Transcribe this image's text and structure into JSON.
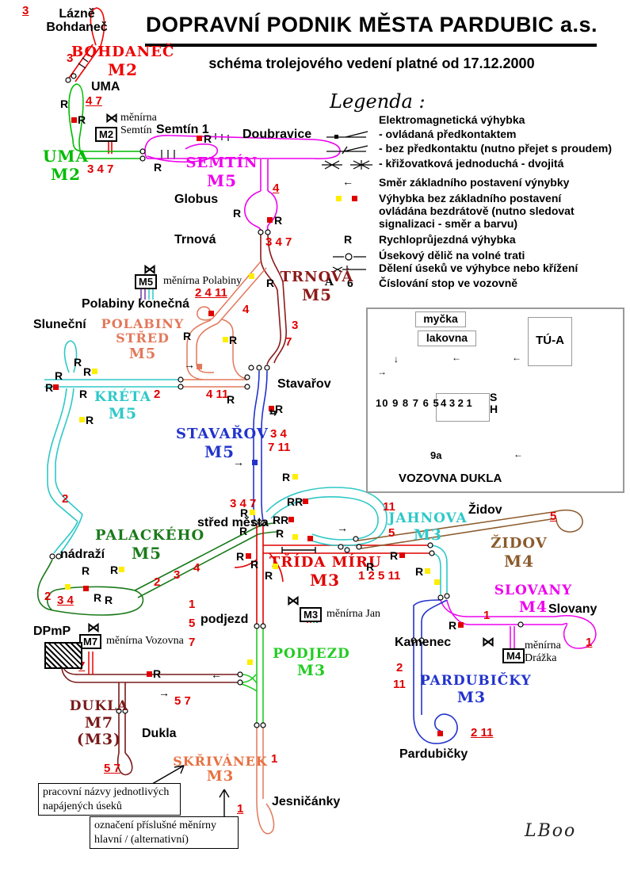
{
  "header": {
    "title": "DOPRAVNÍ PODNIK MĚSTA PARDUBIC a.s.",
    "subtitle": "schéma trolejového vedení platné od 17.12.2000"
  },
  "legend": {
    "title": "Legenda :",
    "electromagnetic_header": "Elektromagnetická výhybka",
    "item_predkontakt": "- ovládaná předkontaktem",
    "item_bez_predkontaktu": "- bez předkontaktu (nutno přejet s proudem)",
    "item_krizovatkova": "- křižovatková  jednoduchá - dvojitá",
    "item_smer": "Směr základního postavení výnybky",
    "item_bez_zakladniho_1": "Výhybka bez základního postavení",
    "item_bez_zakladniho_2": "ovládána bezdrátově (nutno sledovat",
    "item_bez_zakladniho_3": "signalizaci - směr a barvu)",
    "item_rychloprujezdna": "Rychloprůjezdná výhybka",
    "item_usekovy_delic": "Úsekový dělič na volné trati",
    "item_deleni_useku": "Dělení úseků ve výhybce nebo křížení",
    "stop_number_symbol": "6",
    "stop_glyph": "A",
    "item_cislovani": "Číslování stop ve vozovně"
  },
  "marks": {
    "r": "R",
    "rr": "RR"
  },
  "numbers": {
    "n00": {
      "t": "3"
    },
    "n01": {
      "t": "3"
    },
    "n02": {
      "t": "4 7"
    },
    "n03": {
      "t": "3  4  7"
    },
    "n04": {
      "t": "4"
    },
    "n05": {
      "t": "3 4 7"
    },
    "n06": {
      "t": "2 4 11"
    },
    "n07": {
      "t": "4"
    },
    "n08": {
      "t": "3"
    },
    "n09": {
      "t": "7"
    },
    "n10": {
      "t": "2"
    },
    "n11": {
      "t": "4 11"
    },
    "n12": {
      "t": "3 4"
    },
    "n13": {
      "t": "7 11"
    },
    "n14": {
      "t": "2"
    },
    "n15": {
      "t": "3 4 7"
    },
    "n16": {
      "t": "11"
    },
    "n17": {
      "t": "5"
    },
    "n18": {
      "t": "5"
    },
    "n19": {
      "t": "2"
    },
    "n20": {
      "t": "3"
    },
    "n21": {
      "t": "4"
    },
    "n22": {
      "t": "2"
    },
    "n23": {
      "t": "3 4"
    },
    "n24": {
      "t": "1 2 5 11"
    },
    "n25": {
      "t": "1"
    },
    "n26": {
      "t": "1"
    },
    "n27": {
      "t": "1"
    },
    "n28": {
      "t": "5"
    },
    "n29": {
      "t": "7"
    },
    "n30": {
      "t": "7"
    },
    "n31": {
      "t": "5  7"
    },
    "n32": {
      "t": "2"
    },
    "n33": {
      "t": "11"
    },
    "n34": {
      "t": "5 7"
    },
    "n35": {
      "t": "2 11"
    },
    "n36": {
      "t": "1"
    },
    "n37": {
      "t": "1"
    }
  },
  "stations": {
    "lazne1": "Lázně",
    "lazne2": "Bohdaneč",
    "uma": "UMA",
    "semtin1": "Semtín 1",
    "doubravice": "Doubravice",
    "globus": "Globus",
    "trnova": "Trnová",
    "polabiny_konecna": "Polabiny  konečná",
    "slunecni": "Sluneční",
    "stavarov": "Stavařov",
    "stred_mesta": "střed města",
    "nadrazi": "nádraží",
    "podjezd": "podjezd",
    "dpmp": "DPmP",
    "dukla": "Dukla",
    "kamenec": "Kamenec",
    "slovany": "Slovany",
    "zidov": "Židov",
    "pardubicky": "Pardubičky",
    "jesnicanky": "Jesničánky"
  },
  "sections": {
    "bohdanec": [
      "Bohdaneč",
      "M2"
    ],
    "uma": [
      "UMA",
      "M2"
    ],
    "semtin": [
      "Semtín",
      "M5"
    ],
    "trnova": [
      "Trnová",
      "M5"
    ],
    "polabiny": [
      "Polabiny",
      "střed",
      "M5"
    ],
    "kreta": [
      "Kréta",
      "M5"
    ],
    "stavarov": [
      "Stavařov",
      "M5"
    ],
    "palackeho": [
      "Palackého",
      "M5"
    ],
    "trida_miru": [
      "třída Míru",
      "M3"
    ],
    "jahnova": [
      "Jahnova",
      "M3"
    ],
    "zidov": [
      "Židov",
      "M4"
    ],
    "slovany": [
      "Slovany",
      "M4"
    ],
    "pardubicky": [
      "Pardubičky",
      "M3"
    ],
    "podjezd": [
      "Podjezd",
      "M3"
    ],
    "dukla": [
      "Dukla",
      "M7",
      "(M3)"
    ],
    "vozovna": [
      "Vozovna",
      "M7 (M3)"
    ],
    "skrivanek": [
      "Skřivánek",
      "M3"
    ]
  },
  "substations": {
    "semtin": {
      "code": "M2",
      "name1": "měnírna",
      "name2": "Semtín"
    },
    "polabiny": {
      "code": "M5",
      "name": "měnírna Polabiny"
    },
    "jan": {
      "code": "M3",
      "name": "měnírna Jan"
    },
    "vozovna": {
      "code": "M7",
      "name": "měnírna Vozovna"
    },
    "drazka": {
      "code": "M4",
      "name1": "měnírna",
      "name2": "Drážka"
    }
  },
  "depot": {
    "title": "VOZOVNA DUKLA",
    "mycka": "myčka",
    "lakovna": "lakovna",
    "tua": "TÚ-A",
    "tracks_left": "10 9 8 7 6 5",
    "tracks_right": "4   3   2   1",
    "s": "S",
    "h": "H",
    "t9a": "9a"
  },
  "notes": {
    "note1a": "pracovní názvy jednotlivých",
    "note1b": "napájených úseků",
    "note2a": "označení příslušné měnírny",
    "note2b": "hlavní / (alternativní)"
  },
  "signature": "LBoo",
  "colors": {
    "red": "#f00000",
    "green": "#00bb00",
    "magenta": "#ee00ee",
    "maroon": "#8b1a1a",
    "salmon": "#e2785a",
    "cyan": "#2ec8c8",
    "blue": "#2233cc",
    "dark_green": "#1a7a1a",
    "brown": "#8b5a2b",
    "orange": "#e87040",
    "dark_red": "#7a1a1a",
    "yellow": "#ffee00",
    "trida_miru_red": "#e00000",
    "podjezd_green": "#22cc22"
  }
}
